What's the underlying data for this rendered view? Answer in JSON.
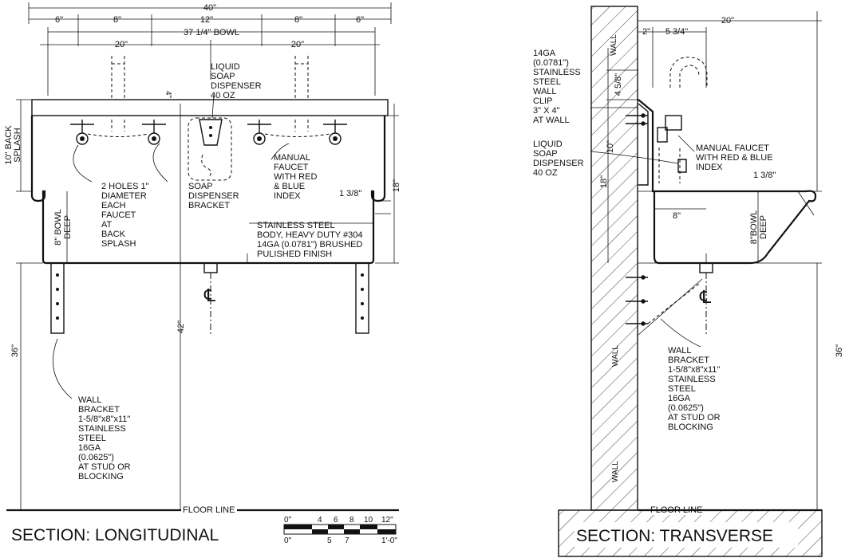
{
  "longitudinal": {
    "title": "SECTION: LONGITUDINAL",
    "dims": {
      "overall": "40\"",
      "d6a": "6\"",
      "d8a": "8\"",
      "d12": "12\"",
      "d8b": "8\"",
      "d6b": "6\"",
      "bowl": "37 1/4\" BOWL",
      "d20a": "20\"",
      "d20b": "20\"",
      "d4": "4\"",
      "back_splash": [
        "10\" BACK",
        "SPLASH"
      ],
      "bowl_deep": [
        "8\" BOWL",
        "DEEP"
      ],
      "d18": "18\"",
      "d1_38": "1 3/8\"",
      "d42": "42\"",
      "d36": "36\""
    },
    "notes": {
      "soap_dispenser": [
        "LIQUID",
        "SOAP",
        "DISPENSER",
        "40 OZ"
      ],
      "holes": [
        "2 HOLES 1\"",
        "DIAMETER",
        "EACH",
        "FAUCET",
        "AT",
        "BACK",
        "SPLASH"
      ],
      "bracket": [
        "SOAP",
        "DISPENSER",
        "BRACKET"
      ],
      "faucet": [
        "MANUAL",
        "FAUCET",
        "WITH RED",
        "& BLUE",
        "INDEX"
      ],
      "body": [
        "STAINLESS STEEL",
        "BODY, HEAVY DUTY #304",
        "14GA (0.0781\") BRUSHED",
        "PULISHED FINISH"
      ],
      "wall_bracket": [
        "WALL",
        "BRACKET",
        "1-5/8\"x8\"x11\"",
        "STAINLESS",
        "STEEL",
        "16GA",
        "(0.0625\")",
        "AT STUD OR",
        "BLOCKING"
      ],
      "floor": "FLOOR LINE"
    },
    "scale": {
      "top": [
        "0\"",
        "4",
        "6",
        "8",
        "10",
        "12\""
      ],
      "bottom": [
        "0\"",
        "5",
        "7",
        "1'-0\""
      ]
    }
  },
  "transverse": {
    "title": "SECTION: TRANSVERSE",
    "dims": {
      "d20": "20\"",
      "d2": "2\"",
      "d5_34": "5 3/4\"",
      "d4_58": "4 5/8\"",
      "d10": "10\"",
      "d18": "18\"",
      "d8": "8\"",
      "bowl_deep": [
        "8\"BOWL",
        "DEEP"
      ],
      "d1_38": "1 3/8\"",
      "d36": "36\""
    },
    "notes": {
      "clip": [
        "14GA",
        "(0.0781\")",
        "STAINLESS",
        "STEEL",
        "WALL",
        "CLIP",
        "3\" X 4\"",
        "AT WALL"
      ],
      "soap": [
        "LIQUID",
        "SOAP",
        "DISPENSER",
        "40 OZ"
      ],
      "faucet": [
        "MANUAL FAUCET",
        "WITH RED & BLUE",
        "INDEX"
      ],
      "wall_bracket": [
        "WALL",
        "BRACKET",
        "1-5/8\"x8\"x11\"",
        "STAINLESS",
        "STEEL",
        "16GA",
        "(0.0625\")",
        "AT STUD OR",
        "BLOCKING"
      ],
      "wall_labels": [
        "WALL",
        "WALL",
        "WALL"
      ],
      "floor": "FLOOR LINE"
    }
  }
}
